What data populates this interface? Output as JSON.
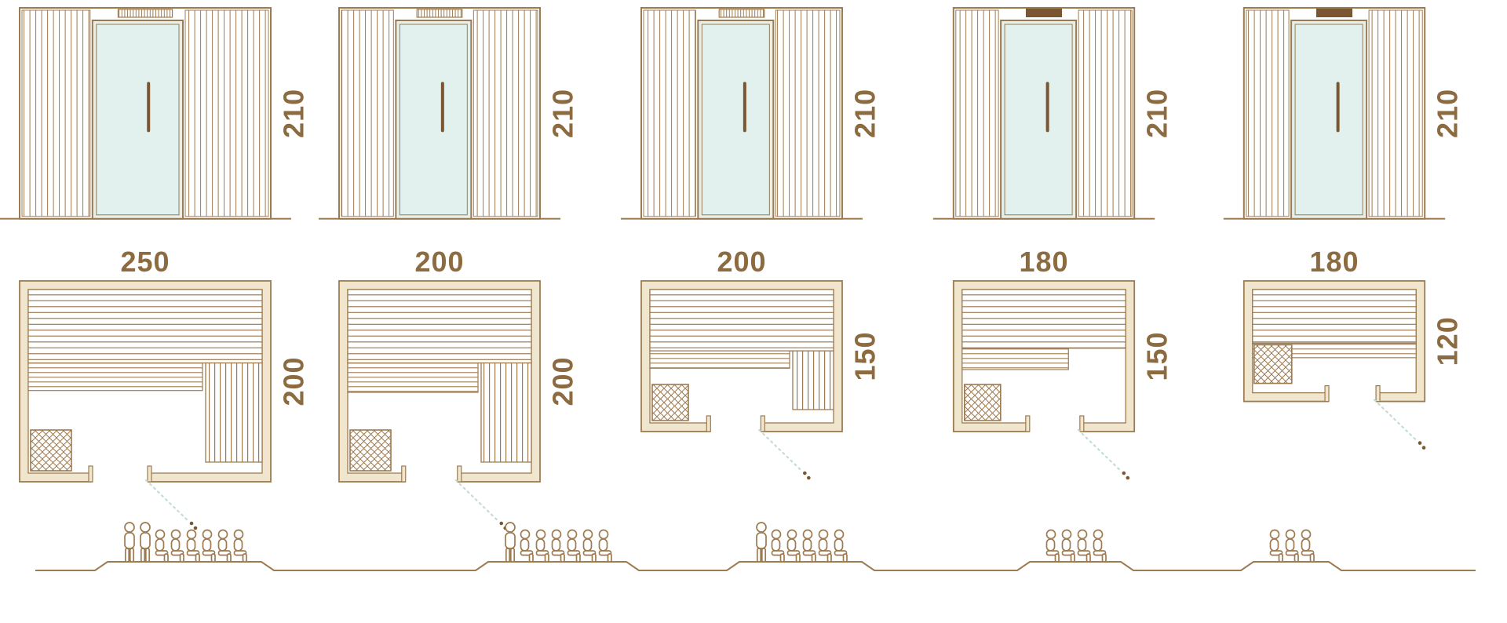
{
  "colors": {
    "line": "#9d7b51",
    "lineDark": "#7a5732",
    "glass": "#e2f1ed",
    "wallFill": "#f0e5cd",
    "dim": "#8d6b40",
    "swing": "#c3dcd6"
  },
  "models": [
    {
      "height_label": "210",
      "width_label": "250",
      "depth_label": "200",
      "height_cm": 210,
      "width_cm": 250,
      "depth_cm": 200,
      "capacity": 8,
      "standing_figures": 2,
      "seated_figures": 6
    },
    {
      "height_label": "210",
      "width_label": "200",
      "depth_label": "200",
      "height_cm": 210,
      "width_cm": 200,
      "depth_cm": 200,
      "capacity": 7,
      "standing_figures": 1,
      "seated_figures": 6
    },
    {
      "height_label": "210",
      "width_label": "200",
      "depth_label": "150",
      "height_cm": 210,
      "width_cm": 200,
      "depth_cm": 150,
      "capacity": 6,
      "standing_figures": 1,
      "seated_figures": 5
    },
    {
      "height_label": "210",
      "width_label": "180",
      "depth_label": "150",
      "height_cm": 210,
      "width_cm": 180,
      "depth_cm": 150,
      "capacity": 4,
      "standing_figures": 0,
      "seated_figures": 4
    },
    {
      "height_label": "210",
      "width_label": "180",
      "depth_label": "120",
      "height_cm": 210,
      "width_cm": 180,
      "depth_cm": 120,
      "capacity": 3,
      "standing_figures": 0,
      "seated_figures": 3
    }
  ]
}
